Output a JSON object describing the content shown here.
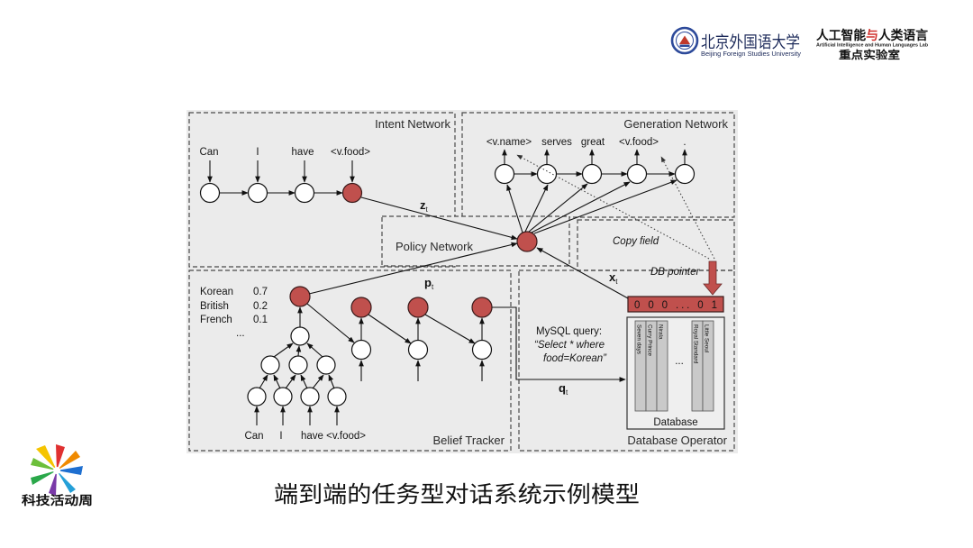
{
  "header": {
    "university": {
      "seal_icon": "university-seal",
      "name_cn": "北京外国语大学",
      "name_en": "Beijing Foreign Studies University"
    },
    "lab": {
      "title_part1": "人工智能",
      "title_joiner": "与",
      "title_part2": "人类语言",
      "name_en": "Artificial Intelligence and Human Languages Lab",
      "name_cn": "重点实验室"
    }
  },
  "diagram": {
    "intent_network": {
      "title": "Intent Network",
      "words": [
        "Can",
        "I",
        "have",
        "<v.food>"
      ],
      "output": {
        "symbol": "z",
        "subscript": "t"
      }
    },
    "generation_network": {
      "title": "Generation Network",
      "words": [
        "<v.name>",
        "serves",
        "great",
        "<v.food>",
        "."
      ]
    },
    "policy_network": {
      "title": "Policy Network"
    },
    "copy_field": "Copy field",
    "db_pointer": {
      "label": "DB pointer",
      "vector": "0 0 0 ... 0 1",
      "output": {
        "symbol": "x",
        "subscript": "t"
      }
    },
    "belief_tracker": {
      "title": "Belief Tracker",
      "distribution": [
        {
          "label": "Korean",
          "value": 0.7
        },
        {
          "label": "British",
          "value": 0.2
        },
        {
          "label": "French",
          "value": 0.1
        }
      ],
      "distribution_more": "...",
      "words": [
        "Can",
        "I",
        "have <v.food>"
      ],
      "output": {
        "symbol": "p",
        "subscript": "t"
      },
      "query_output": {
        "symbol": "q",
        "subscript": "t"
      }
    },
    "database_operator": {
      "title": "Database Operator",
      "query_title": "MySQL query:",
      "query_lines": [
        "“Select * where",
        "food=Korean”"
      ],
      "database_label": "Database",
      "columns_left": [
        "Seven days",
        "Curry Prince",
        "Nirala"
      ],
      "columns_more": "...",
      "columns_right": [
        "Royal Standard",
        "Little Seoul"
      ]
    }
  },
  "caption": "端到端的任务型对话系统示例模型",
  "footer_logo": {
    "icon": "starburst-logo",
    "text": "科技活动周"
  },
  "colors": {
    "node_red": "#c0504d",
    "diagram_background": "#ebebeb",
    "lab_accent": "#d0312d",
    "university_blue": "#2d4a9a"
  }
}
